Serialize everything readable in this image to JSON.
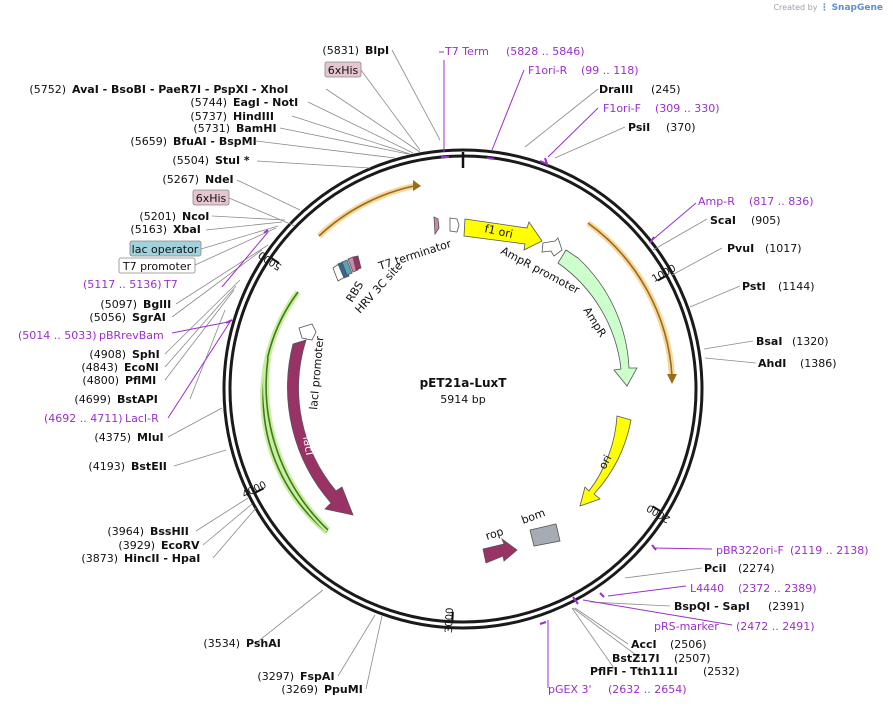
{
  "brand": {
    "created_by": "Created by",
    "name": "SnapGene"
  },
  "plasmid": {
    "name": "pET21a-LuxT",
    "length_label": "5914 bp",
    "total_bp": 5914
  },
  "ruler": [
    {
      "bp": 1000,
      "label": "1000"
    },
    {
      "bp": 2000,
      "label": "2000"
    },
    {
      "bp": 3000,
      "label": "3000"
    },
    {
      "bp": 4000,
      "label": "4000"
    },
    {
      "bp": 5000,
      "label": "5000"
    }
  ],
  "enzymes": [
    {
      "pos": "(5831)",
      "name": "BlpI"
    },
    {
      "pos": "(5752)",
      "name": "AvaI  - BsoBI  - PaeR7I  - PspXI  - XhoI"
    },
    {
      "pos": "(5744)",
      "name": "EagI  - NotI"
    },
    {
      "pos": "(5737)",
      "name": "HindIII"
    },
    {
      "pos": "(5731)",
      "name": "BamHI"
    },
    {
      "pos": "(5659)",
      "name": "BfuAI  - BspMI"
    },
    {
      "pos": "(5504)",
      "name": "StuI *"
    },
    {
      "pos": "(5267)",
      "name": "NdeI"
    },
    {
      "pos": "(5201)",
      "name": "NcoI"
    },
    {
      "pos": "(5163)",
      "name": "XbaI"
    },
    {
      "pos": "(5097)",
      "name": "BglII"
    },
    {
      "pos": "(5056)",
      "name": "SgrAI"
    },
    {
      "pos": "(4908)",
      "name": "SphI"
    },
    {
      "pos": "(4843)",
      "name": "EcoNI"
    },
    {
      "pos": "(4800)",
      "name": "PflMI"
    },
    {
      "pos": "(4699)",
      "name": "BstAPI"
    },
    {
      "pos": "(4375)",
      "name": "MluI"
    },
    {
      "pos": "(4193)",
      "name": "BstEII"
    },
    {
      "pos": "(3964)",
      "name": "BssHII"
    },
    {
      "pos": "(3929)",
      "name": "EcoRV"
    },
    {
      "pos": "(3873)",
      "name": "HincII  - HpaI"
    },
    {
      "pos": "(3534)",
      "name": "PshAI"
    },
    {
      "pos": "(3297)",
      "name": "FspAI"
    },
    {
      "pos": "(3269)",
      "name": "PpuMI"
    },
    {
      "name": "DraIII",
      "pos": "(245)"
    },
    {
      "name": "PsiI",
      "pos": "(370)"
    },
    {
      "name": "ScaI",
      "pos": "(905)"
    },
    {
      "name": "PvuI",
      "pos": "(1017)"
    },
    {
      "name": "PstI",
      "pos": "(1144)"
    },
    {
      "name": "BsaI",
      "pos": "(1320)"
    },
    {
      "name": "AhdI",
      "pos": "(1386)"
    },
    {
      "name": "PciI",
      "pos": "(2274)"
    },
    {
      "name": "BspQI  - SapI",
      "pos": "(2391)"
    },
    {
      "name": "AccI",
      "pos": "(2506)"
    },
    {
      "name": "BstZ17I",
      "pos": "(2507)"
    },
    {
      "name": "PflFI  - Tth111I",
      "pos": "(2532)"
    }
  ],
  "primers": [
    {
      "name": "T7 Term",
      "range": "(5828 .. 5846)"
    },
    {
      "name": "F1ori-R",
      "range": "(99 .. 118)"
    },
    {
      "name": "F1ori-F",
      "range": "(309 .. 330)"
    },
    {
      "name": "Amp-R",
      "range": "(817 .. 836)"
    },
    {
      "name": "pBR322ori-F",
      "range": "(2119 .. 2138)"
    },
    {
      "name": "L4440",
      "range": "(2372 .. 2389)"
    },
    {
      "name": "pRS-marker",
      "range": "(2472 .. 2491)"
    },
    {
      "name": "pGEX 3'",
      "range": "(2632 .. 2654)"
    },
    {
      "range": "(5117 .. 5136)",
      "name": "T7"
    },
    {
      "range": "(5014 .. 5033)",
      "name": "pBRrevBam"
    },
    {
      "range": "(4692 .. 4711)",
      "name": "LacI-R"
    }
  ],
  "boxed_features": [
    {
      "label": "6xHis"
    },
    {
      "label": "6xHis"
    },
    {
      "label": "lac operator"
    },
    {
      "label": "T7 promoter"
    }
  ],
  "features": [
    {
      "label": "f1 ori"
    },
    {
      "label": "AmpR promoter"
    },
    {
      "label": "AmpR"
    },
    {
      "label": "ori"
    },
    {
      "label": "rop"
    },
    {
      "label": "bom"
    },
    {
      "label": "lacI"
    },
    {
      "label": "lacI promoter"
    },
    {
      "label": "T7 terminator"
    },
    {
      "label": "RBS"
    },
    {
      "label": "HRV 3C site"
    }
  ],
  "colors": {
    "backbone": "#1a1a1a",
    "primer": "#9b2fc9",
    "f1_ori": "#ffff00",
    "ori": "#ffff00",
    "ampr": "#ccffcc",
    "laci": "#993366",
    "rop": "#993366",
    "bom": "#a6acb3",
    "orf_orange": "#e8a33c",
    "orf_green": "#8bd14a",
    "lac_operator": "#9fd2db",
    "his_box": "#e6c5d1"
  }
}
